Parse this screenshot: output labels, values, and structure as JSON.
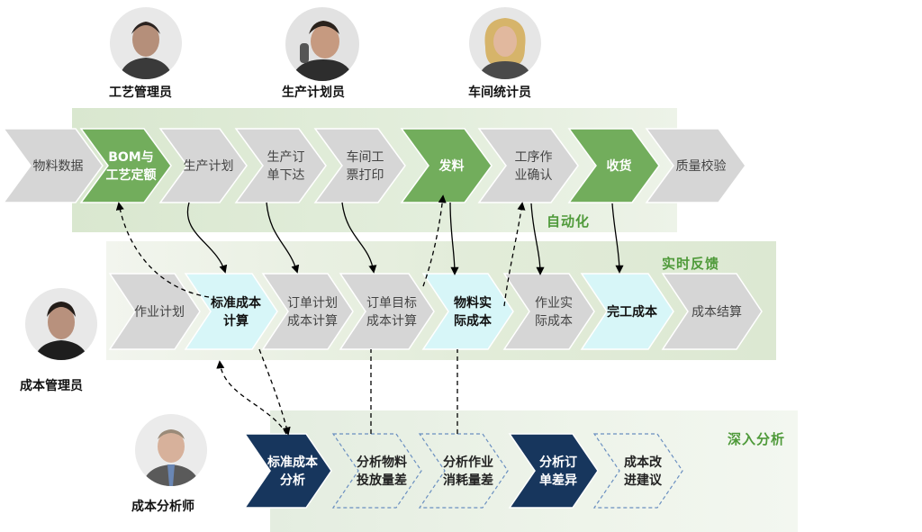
{
  "roles": {
    "process_manager": "工艺管理员",
    "production_planner": "生产计划员",
    "workshop_statistician": "车间统计员",
    "cost_manager": "成本管理员",
    "cost_analyst": "成本分析师"
  },
  "bands": {
    "automation": "自动化",
    "realtime_feedback": "实时反馈",
    "deep_analysis": "深入分析"
  },
  "row1": [
    {
      "id": "r1-material-data",
      "lines": [
        "物料数据"
      ],
      "style": "gray"
    },
    {
      "id": "r1-bom",
      "lines": [
        "BOM与",
        "工艺定额"
      ],
      "style": "green"
    },
    {
      "id": "r1-production-plan",
      "lines": [
        "生产计划"
      ],
      "style": "gray"
    },
    {
      "id": "r1-order-release",
      "lines": [
        "生产订",
        "单下达"
      ],
      "style": "gray"
    },
    {
      "id": "r1-ticket-print",
      "lines": [
        "车间工",
        "票打印"
      ],
      "style": "gray"
    },
    {
      "id": "r1-issue",
      "lines": [
        "发料"
      ],
      "style": "green"
    },
    {
      "id": "r1-op-confirm",
      "lines": [
        "工序作",
        "业确认"
      ],
      "style": "gray"
    },
    {
      "id": "r1-receipt",
      "lines": [
        "收货"
      ],
      "style": "green"
    },
    {
      "id": "r1-quality-check",
      "lines": [
        "质量校验"
      ],
      "style": "gray"
    }
  ],
  "row2": [
    {
      "id": "r2-work-plan",
      "lines": [
        "作业计划"
      ],
      "style": "gray"
    },
    {
      "id": "r2-std-cost-calc",
      "lines": [
        "标准成本",
        "计算"
      ],
      "style": "cyan"
    },
    {
      "id": "r2-order-plan-cost",
      "lines": [
        "订单计划",
        "成本计算"
      ],
      "style": "gray"
    },
    {
      "id": "r2-order-target-cost",
      "lines": [
        "订单目标",
        "成本计算"
      ],
      "style": "gray"
    },
    {
      "id": "r2-material-actual-cost",
      "lines": [
        "物料实",
        "际成本"
      ],
      "style": "cyan"
    },
    {
      "id": "r2-work-actual-cost",
      "lines": [
        "作业实",
        "际成本"
      ],
      "style": "gray"
    },
    {
      "id": "r2-finished-cost",
      "lines": [
        "完工成本"
      ],
      "style": "cyan"
    },
    {
      "id": "r2-cost-settlement",
      "lines": [
        "成本结算"
      ],
      "style": "gray"
    }
  ],
  "row3": [
    {
      "id": "r3-std-cost-analysis",
      "lines": [
        "标准成本",
        "分析"
      ],
      "style": "navy"
    },
    {
      "id": "r3-material-variance",
      "lines": [
        "分析物料",
        "投放量差"
      ],
      "style": "outline"
    },
    {
      "id": "r3-work-variance",
      "lines": [
        "分析作业",
        "消耗量差"
      ],
      "style": "outline"
    },
    {
      "id": "r3-order-variance",
      "lines": [
        "分析订",
        "单差异"
      ],
      "style": "navy"
    },
    {
      "id": "r3-cost-improvement",
      "lines": [
        "成本改",
        "进建议"
      ],
      "style": "outline"
    }
  ],
  "colors": {
    "gray_fill": "#d6d6d6",
    "gray_text": "#444444",
    "green_fill": "#72ad5c",
    "green_text": "#ffffff",
    "cyan_fill": "#d7f6f8",
    "cyan_text": "#111111",
    "navy_fill": "#17365d",
    "navy_text": "#ffffff",
    "outline_stroke": "#6a8fc0",
    "outline_text": "#222222",
    "band_label": "#4f9a3a"
  }
}
